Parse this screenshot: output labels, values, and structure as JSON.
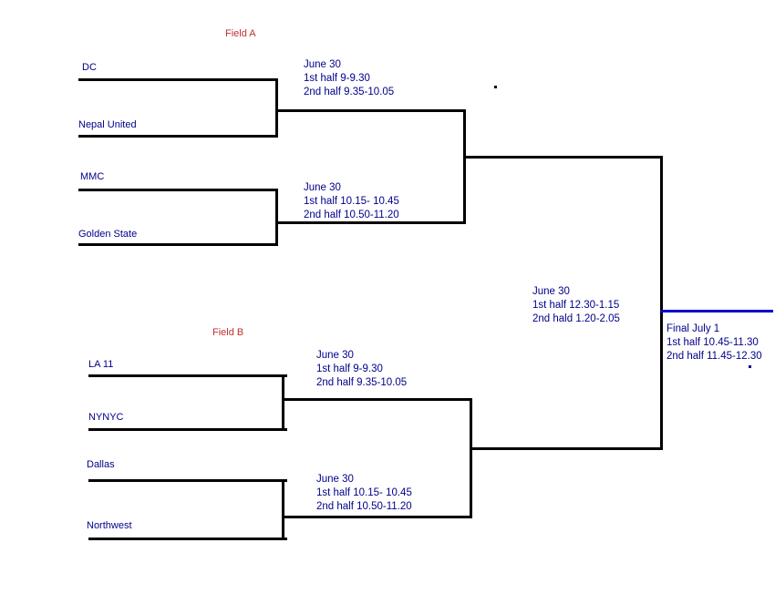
{
  "fields": {
    "a_label": "Field A",
    "b_label": "Field B"
  },
  "teams": {
    "dc": "DC",
    "nepal_united": "Nepal United",
    "mmc": "MMC",
    "golden_state": "Golden State",
    "la_11": "LA 11",
    "nynyc": "NYNYC",
    "dallas": "Dallas",
    "northwest": "Northwest"
  },
  "matches": {
    "a_quarter_1": {
      "date": "June 30",
      "first_half": "1st half 9-9.30",
      "second_half": "2nd half 9.35-10.05"
    },
    "a_quarter_2": {
      "date": "June 30",
      "first_half": "1st half 10.15- 10.45",
      "second_half": "2nd half 10.50-11.20"
    },
    "b_quarter_1": {
      "date": "June 30",
      "first_half": "1st half 9-9.30",
      "second_half": "2nd half 9.35-10.05"
    },
    "b_quarter_2": {
      "date": "June 30",
      "first_half": "1st half 10.15- 10.45",
      "second_half": "2nd half 10.50-11.20"
    },
    "semifinal": {
      "date": "June 30",
      "first_half": "1st half 12.30-1.15",
      "second_half": "2nd hald 1.20-2.05"
    },
    "final": {
      "date": "Final July 1",
      "first_half": "1st half 10.45-11.30",
      "second_half": "2nd half 11.45-12.30"
    }
  },
  "colors": {
    "field_label": "#c03030",
    "team_text": "#00008b",
    "bracket_line": "#000000",
    "final_line": "#0000cd"
  }
}
